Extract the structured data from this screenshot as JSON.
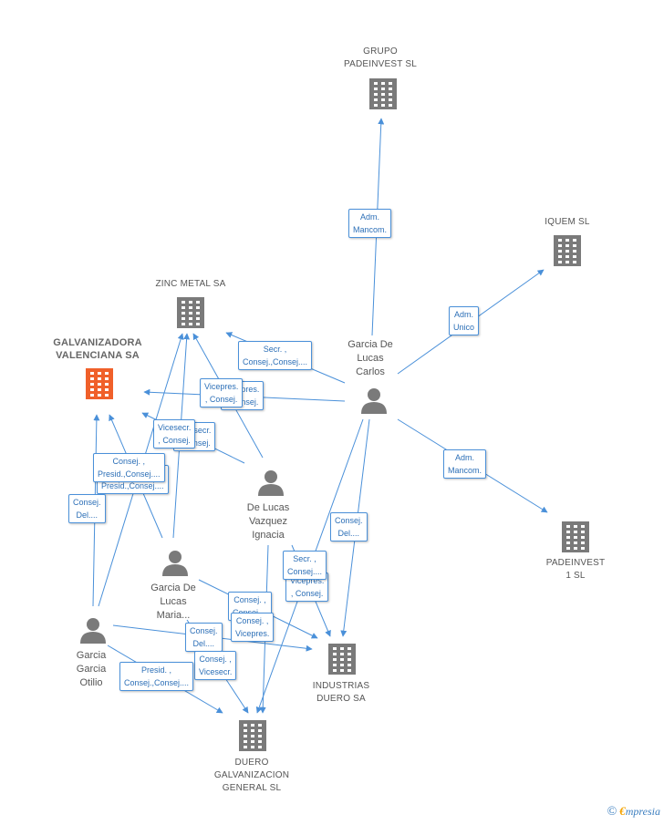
{
  "nodes": {
    "grupo_padeinvest": "GRUPO\nPADEINVEST SL",
    "iquem": "IQUEM SL",
    "zinc_metal": "ZINC METAL SA",
    "galvanizadora": "GALVANIZADORA\nVALENCIANA SA",
    "padeinvest_1": "PADEINVEST\n1 SL",
    "industrias_duero": "INDUSTRIAS\nDUERO SA",
    "duero_galvanizacion": "DUERO\nGALVANIZACION\nGENERAL SL",
    "garcia_carlos": "Garcia De\nLucas\nCarlos",
    "de_lucas_ignacia": "De Lucas\nVazquez\nIgnacia",
    "garcia_maria": "Garcia De\nLucas\nMaria...",
    "garcia_otilio": "Garcia\nGarcia\nOtilio"
  },
  "edge_labels": {
    "adm_mancom_grupo": "Adm.\nMancom.",
    "adm_unico_iquem": "Adm.\nUnico",
    "adm_mancom_padeinvest": "Adm.\nMancom.",
    "secr_consej_zinc": "Secr. ,\nConsej.,Consej....",
    "vicepres_consej_galv_a": "Vicepres.\n, Consej.",
    "vicepres_consej_galv_b": "Vicepres.\n, Consej.",
    "vicesecr_consej_a": "Vicesecr.\n, Consej.",
    "vicesecr_consej_b": "Vicesecr.\n, Consej.",
    "consej_presid_a": "Consej. ,\nPresid.,Consej....",
    "consej_presid_b": "Consej. ,\nPresid.,Consej....",
    "consej_del_galv": "Consej.\nDel....",
    "consej_del_industrias": "Consej.\nDel....",
    "secr_consej_industrias": "Secr. ,\nConsej....",
    "vicepres_consej_industrias": "Vicepres.\n, Consej.",
    "consej_maria_a": "Consej. ,\nConsej....",
    "consej_vicepres": "Consej. ,\nVicepres.",
    "consej_del_otilio": "Consej.\nDel....",
    "consej_vicesecr": "Consej. ,\nVicesecr.",
    "presid_consej_otilio": "Presid. ,\nConsej.,Consej...."
  },
  "colors": {
    "edge": "#4a90d9",
    "company_icon": "#7a7a7a",
    "highlight_icon": "#f0602a",
    "person_icon": "#7a7a7a"
  },
  "footer": {
    "copyright_symbol": "©",
    "brand_initial": "€",
    "brand_rest": "mpresia"
  }
}
